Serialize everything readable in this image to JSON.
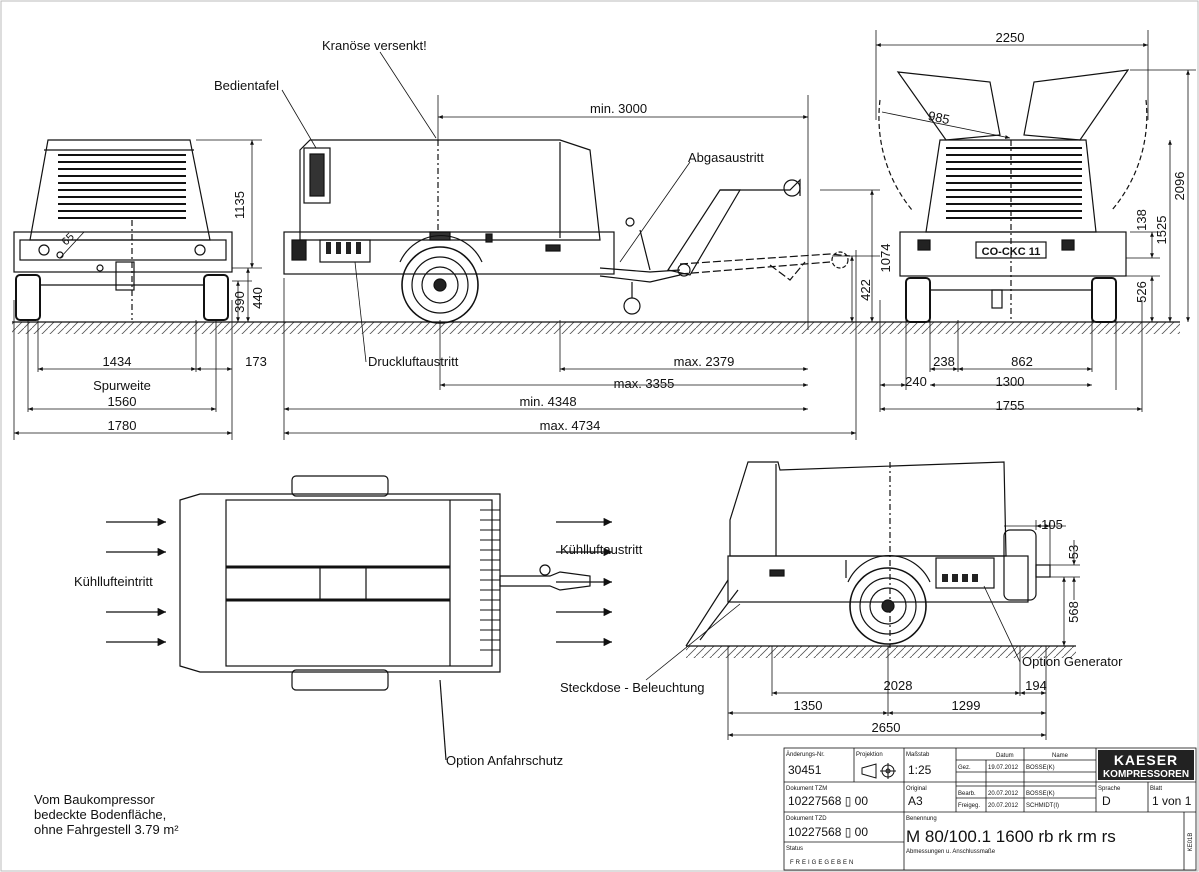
{
  "labels": {
    "kranoese": "Kranöse versenkt!",
    "bedientafel": "Bedientafel",
    "abgas": "Abgasaustritt",
    "druckluft": "Druckluftaustritt",
    "kuehl_ein": "Kühllufteintritt",
    "kuehl_aus": "Kühlluftaustritt",
    "steckdose": "Steckdose - Beleuchtung",
    "option_gen": "Option Generator",
    "option_anfahr": "Option Anfahrschutz",
    "spurweite": "Spurweite",
    "plate": "CO-CKC 11"
  },
  "dims": {
    "d1135": "1135",
    "d65": "65",
    "d390": "390",
    "d440": "440",
    "d1434": "1434",
    "d173": "173",
    "d1560": "1560",
    "d1780": "1780",
    "min3000": "min. 3000",
    "max2379": "max. 2379",
    "max3355": "max. 3355",
    "min4348": "min. 4348",
    "max4734": "max. 4734",
    "d1074": "1074",
    "d422": "422",
    "d2250": "2250",
    "d985": "985",
    "d2096": "2096",
    "d1525": "1525",
    "d138": "138",
    "d526": "526",
    "d238": "238",
    "d862": "862",
    "d240": "240",
    "d1300": "1300",
    "d1755": "1755",
    "d105": "105",
    "d53": "53",
    "d568": "568",
    "d2028": "2028",
    "d194": "194",
    "d1350": "1350",
    "d1299": "1299",
    "d2650": "2650"
  },
  "note": {
    "line1": "Vom Baukompressor",
    "line2": "bedeckte Bodenfläche,",
    "line3": "ohne Fahrgestell 3.79 m²"
  },
  "titleblock": {
    "aenderung_label": "Änderungs-Nr.",
    "aenderung_value": "30451",
    "projektion_label": "Projektion",
    "massstab_label": "Maßstab",
    "massstab_value": "1:25",
    "datum_label": "Datum",
    "name_label": "Name",
    "gez_label": "Gez.",
    "gez_date": "19.07.2012",
    "gez_name": "BOSSE(K)",
    "bearb_label": "Bearb.",
    "bearb_date": "20.07.2012",
    "bearb_name": "BOSSE(K)",
    "freig_label": "Freigeg.",
    "freig_date": "20.07.2012",
    "freig_name": "SCHMIDT(I)",
    "brand1": "KAESER",
    "brand2": "KOMPRESSOREN",
    "doc_tzm_label": "Dokument TZM",
    "doc_tzm_value": "10227568 ▯ 00",
    "original_label": "Original",
    "original_value": "A3",
    "sprache_label": "Sprache",
    "sprache_value": "D",
    "blatt_label": "Blatt",
    "blatt_value": "1 von 1",
    "doc_tzd_label": "Dokument TZD",
    "doc_tzd_value": "10227568 ▯ 00",
    "bez_label": "Benennung",
    "bez_value": "M 80/100.1 1600 rb rk rm rs",
    "bez_sub": "Abmessungen u. Anschlussmaße",
    "status_label": "Status",
    "status_value": "FREIGEGEBEN",
    "side_code": "KE01B"
  }
}
